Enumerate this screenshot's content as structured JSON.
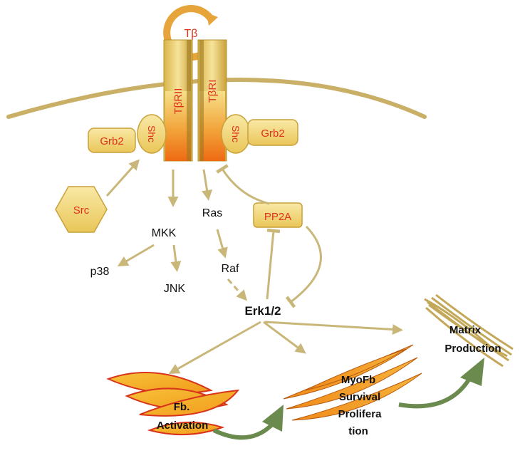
{
  "ligand": "Tβ",
  "receptors": {
    "left": "TβRII",
    "right": "TβRI"
  },
  "adaptors": {
    "shc_left": "Shc",
    "shc_right": "Shc",
    "grb2_left": "Grb2",
    "grb2_right": "Grb2"
  },
  "kinases": {
    "src": "Src",
    "pp2a": "PP2A"
  },
  "pathway": {
    "mkk": "MKK",
    "p38": "p38",
    "jnk": "JNK",
    "ras": "Ras",
    "raf": "Raf",
    "erk": "Erk1/2"
  },
  "outcomes": {
    "fb_line1": "Fb.",
    "fb_line2": "Activation",
    "myofb_line1": "MyoFb",
    "myofb_line2": "Survival",
    "myofb_line3": "Prolifera",
    "myofb_line4": "tion",
    "matrix_line1": "Matrix",
    "matrix_line2": "Production"
  },
  "colors": {
    "membrane": "#c9b066",
    "arrow": "#c9b77a",
    "receptor_gold": "#e8c24a",
    "receptor_orange": "#f07a1a",
    "label_red": "#e0311c",
    "adaptor_fill": "#f3d97a",
    "green_arrow": "#6b8a4e"
  }
}
